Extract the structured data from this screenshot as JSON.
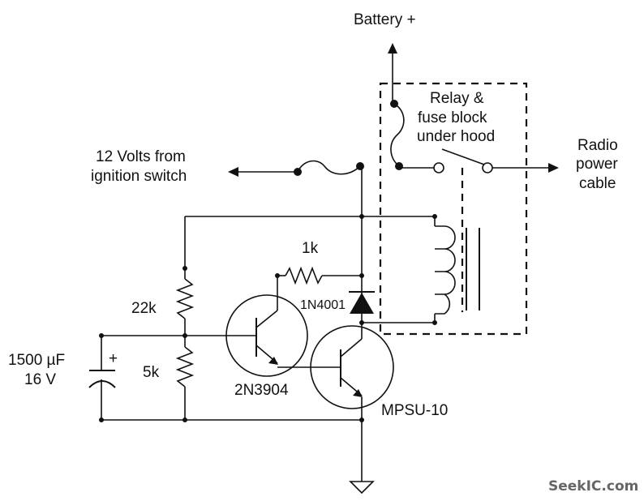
{
  "diagram": {
    "type": "circuit-schematic",
    "title": "Radio power relay driven from ignition switch with turn-off delay"
  },
  "labels": {
    "battery": "Battery +",
    "relay_block_line1": "Relay &",
    "relay_block_line2": "fuse block",
    "relay_block_line3": "under hood",
    "radio_line1": "Radio",
    "radio_line2": "power",
    "radio_line3": "cable",
    "ignition_line1": "12 Volts from",
    "ignition_line2": "ignition switch",
    "r_top": "1k",
    "r_upper": "22k",
    "r_lower": "5k",
    "diode": "1N4001",
    "cap_value": "1500 µF",
    "cap_voltage": "16 V",
    "cap_polarity": "+",
    "q1": "2N3904",
    "q2": "MPSU-10",
    "watermark": "SeekIC.com"
  },
  "components": [
    {
      "ref": "F1",
      "kind": "fuse",
      "location": "ignition line"
    },
    {
      "ref": "F2",
      "kind": "fuse",
      "location": "relay & fuse block"
    },
    {
      "ref": "K1",
      "kind": "relay",
      "contacts": "SPST normally open"
    },
    {
      "ref": "R1",
      "kind": "resistor",
      "value": "1k"
    },
    {
      "ref": "R2",
      "kind": "resistor",
      "value": "22k"
    },
    {
      "ref": "R3",
      "kind": "resistor",
      "value": "5k"
    },
    {
      "ref": "C1",
      "kind": "electrolytic capacitor",
      "value": "1500 µF",
      "rating": "16 V"
    },
    {
      "ref": "D1",
      "kind": "diode",
      "value": "1N4001"
    },
    {
      "ref": "Q1",
      "kind": "NPN transistor",
      "value": "2N3904"
    },
    {
      "ref": "Q2",
      "kind": "NPN transistor",
      "value": "MPSU-10"
    }
  ]
}
